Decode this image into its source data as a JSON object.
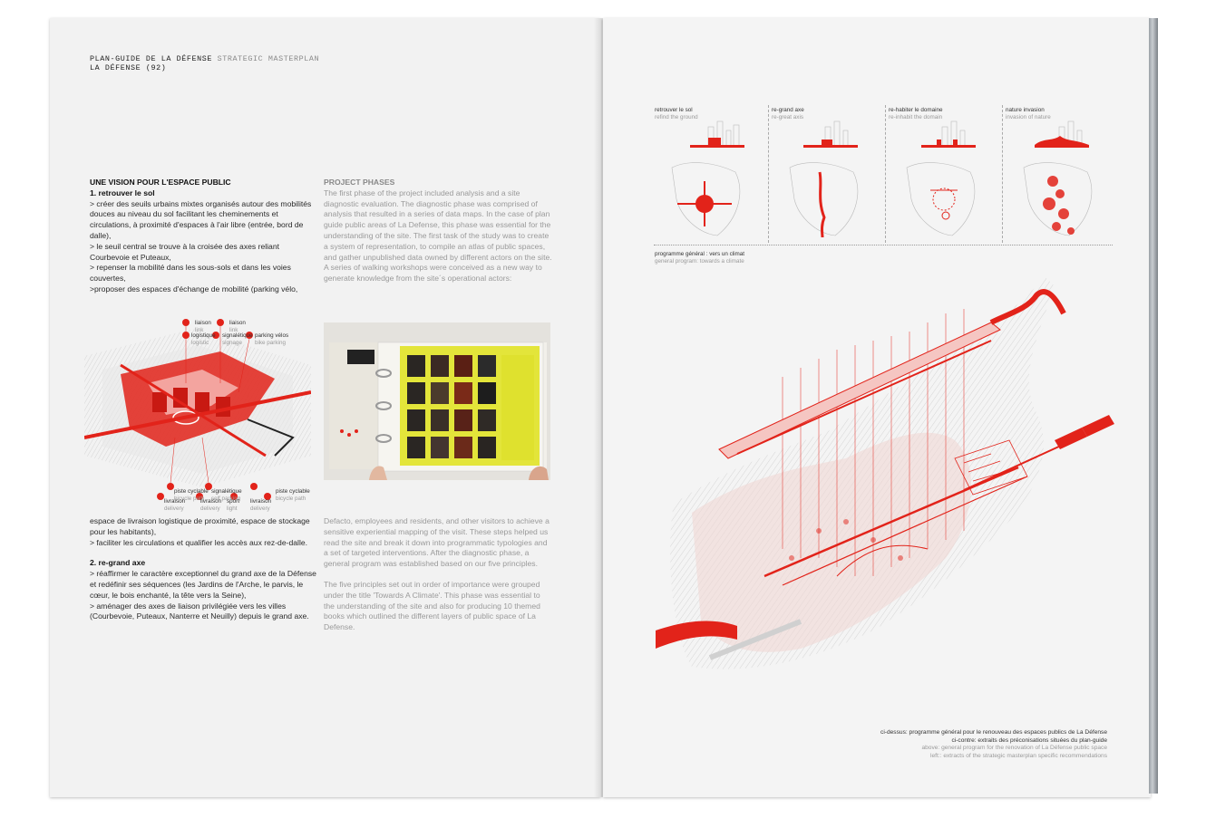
{
  "header": {
    "title": "PLAN-GUIDE DE LA DÉFENSE",
    "subtitle": "STRATEGIC MASTERPLAN",
    "location": "LA DÉFENSE (92)"
  },
  "left_col": {
    "heading": "UNE VISION POUR L'ESPACE PUBLIC",
    "section1_title": "1. retrouver le sol",
    "section1_items": [
      "> créer des seuils urbains mixtes organisés autour des mobilités douces au niveau du sol facilitant les cheminements et circulations, à proximité d'espaces à l'air libre (entrée, bord de dalle),",
      "> le seuil central se trouve à la croisée des axes reliant Courbevoie et Puteaux,",
      "> repenser la mobilité dans les sous-sols et dans les voies couvertes,",
      ">proposer des espaces d'échange de mobilité (parking vélo,"
    ],
    "continued": "espace de livraison logistique de proximité, espace de stockage pour les habitants),",
    "continued2": "> faciliter  les circulations et qualifier les accès aux rez-de-dalle.",
    "section2_title": "2. re-grand axe",
    "section2_items": [
      "> réaffirmer le caractère exceptionnel du grand axe de la Défense et redéfinir ses séquences (les Jardins de l'Arche, le parvis, le cœur, le bois enchanté, la tête vers la Seine),",
      "> aménager des axes de liaison privilégiée vers les villes (Courbevoie, Puteaux, Nanterre et Neuilly) depuis le grand axe."
    ]
  },
  "right_col": {
    "heading": "PROJECT PHASES",
    "para1": "The first phase of the project included analysis and a site diagnostic evaluation. The diagnostic phase was comprised of analysis that resulted in a series of data maps. In the case of plan guide public areas of La Defense, this phase was essential for the understanding of the site. The first task of the study was to create a system of representation, to compile an atlas of public spaces, and gather unpublished data owned by different actors on the site. A series of walking workshops were conceived as a new way to generate knowledge from the site´s operational actors:",
    "para2": "Defacto, employees and residents, and other visitors to achieve a sensitive experiential mapping of the visit. These steps helped us read the site and break it down into programmatic typologies and a set of targeted interventions. After the diagnostic phase, a general program was established based on our five principles.",
    "para3": "The five principles set out in order of importance were grouped under the title 'Towards A Climate'. This phase was essential to the understanding of the site and also for producing 10 themed books which outlined the different layers of public space of La Defense."
  },
  "diagram_labels": {
    "top": [
      {
        "fr": "liaison",
        "en": "link"
      },
      {
        "fr": "liaison",
        "en": "link"
      },
      {
        "fr": "parking vélos",
        "en": "bike parking"
      },
      {
        "fr": "logistique",
        "en": "logistic"
      },
      {
        "fr": "signalétique",
        "en": "signage"
      }
    ],
    "bottom": [
      {
        "fr": "piste cyclable",
        "en": "bicycle path"
      },
      {
        "fr": "signalétique",
        "en": "self parking"
      },
      {
        "fr": "piste cyclable",
        "en": "bicycle path"
      },
      {
        "fr": "livraison",
        "en": "delivery"
      },
      {
        "fr": "livraison",
        "en": "delivery"
      },
      {
        "fr": "sport",
        "en": "light"
      },
      {
        "fr": "livraison",
        "en": "delivery"
      }
    ]
  },
  "panels": [
    {
      "fr": "retrouver le sol",
      "en": "refind the ground"
    },
    {
      "fr": "re-grand axe",
      "en": "re-great axis"
    },
    {
      "fr": "re-habiter le domaine",
      "en": "re-inhabit the domain"
    },
    {
      "fr": "nature invasion",
      "en": "invasion of nature"
    }
  ],
  "program": {
    "fr": "programme général : vers un climat",
    "en": "general program: towards a climate"
  },
  "caption": {
    "fr1": "ci-dessus: programme général pour le renouveau des espaces publics de La Défense",
    "fr2": "ci-contre: extraits des préconisations situées du plan-guide",
    "en1": "above: general program for the renovation of La Défense public space",
    "en2": "left:: extracts of the strategic masterplan specific recommendations"
  },
  "colors": {
    "accent": "#e2231a",
    "paper": "#f2f2f2",
    "yellow": "#e6e62a"
  }
}
